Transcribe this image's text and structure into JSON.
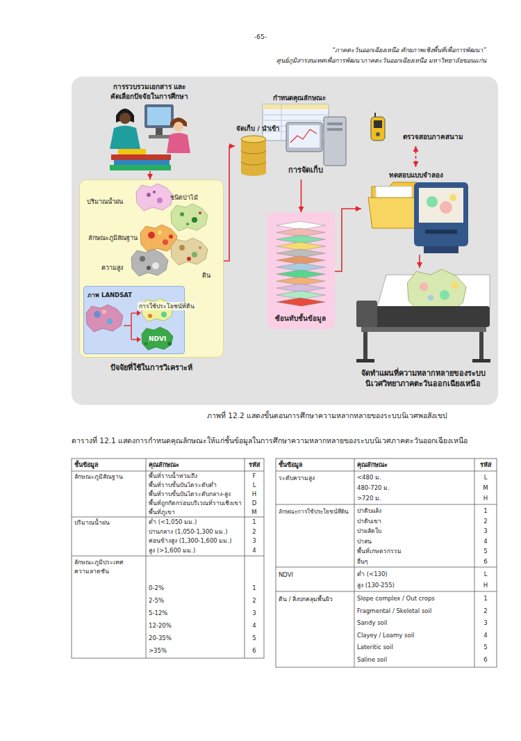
{
  "diagram": {
    "caption": "ภาพที่ 12.2 แสดงขั้นตอนการศึกษาความหลากหลายของระบบนิเวศพอสังเขป",
    "nodes": [
      {
        "text": [
          "การรวบรวมเอกสาร และ คัดเลือกปัจจัยในการศึกษา"
        ]
      },
      {
        "text": [
          "ปัจจัยที่ใช้ในการวิเคราะห์"
        ]
      },
      {
        "text": [
          "ปริมาณน้ำฝน"
        ],
        "in": 1
      },
      {
        "text": [
          "ชนิดป่าไม้"
        ],
        "in": 1
      },
      {
        "text": [
          "ลักษณะภูมิสัณฐาน"
        ],
        "in": 1
      },
      {
        "text": [
          "ความสูง"
        ],
        "in": 1
      },
      {
        "text": [
          "ดิน"
        ],
        "in": 1
      },
      {
        "text": [
          "ภาพ LANDSAT"
        ],
        "in": 1
      },
      {
        "text": [
          "การใช้ประโยชน์ที่ดิน"
        ],
        "in": 7
      },
      {
        "text": [
          "NDVI"
        ],
        "in": 7
      },
      {
        "text": [
          "กำหนดคุณลักษณะ",
          "จัดเก็บ / นำเข้า",
          "การจัดเก็บ"
        ]
      },
      {
        "text": [
          "ซ้อนทับชั้นข้อมูล"
        ]
      },
      {
        "text": [
          "ตรวจสอบภาคสนาม"
        ]
      },
      {
        "text": [
          "ทดสอบแบบจำลอง"
        ]
      },
      {
        "text": [
          "จัดทำแผนที่ความหลากหลายของระบบ นิเวศวิทยาภาคตะวันออกเฉียงเหนือ"
        ]
      }
    ],
    "edges": [
      {
        "from": 0,
        "to": 1,
        "arrow": "to"
      },
      {
        "from": 1,
        "to": 10,
        "arrow": "to"
      },
      {
        "from": 10,
        "to": 11,
        "arrow": "to"
      },
      {
        "from": 11,
        "to": 13,
        "arrow": "to"
      },
      {
        "from": 12,
        "to": 13,
        "arrow": "both"
      },
      {
        "from": 13,
        "to": 14,
        "arrow": "to"
      }
    ],
    "labels": [
      "-65-",
      "“ภาคตะวันออกเฉียงเหนือ ศักยภาพเชิงพื้นที่เพื่อการพัฒนา”",
      "ศูนย์ภูมิสารสนเทศเพื่อการพัฒนาภาคตะวันออกเฉียงเหนือ มหาวิทยาลัยขอนแก่น",
      "ตารางที่ 12.1 แสดงการกำหนดคุณลักษณะให้แก่ชั้นข้อมูลในการศึกษาความหลากหลายของระบบนิเวศภาคตะวันออกเฉียงเหนือ",
      "ชั้นข้อมูล",
      "คุณลักษณะ",
      "รหัส",
      "ลักษณะภูมิสัณฐาน",
      "พื้นที่ราบน้ำท่วมถึง",
      "F",
      "พื้นที่ราบขั้นบันไดระดับต่ำ",
      "L",
      "พื้นที่ราบขั้นบันไดระดับกลาง-สูง",
      "H",
      "พื้นที่ถูกกัดกร่อนบริเวณที่ราบเชิงเขา",
      "D",
      "พื้นที่ภูเขา",
      "M",
      "ปริมาณน้ำฝน",
      "ต่ำ (<1,050 มม.)",
      "1",
      "ปานกลาง (1,050-1,300 มม.)",
      "2",
      "ค่อนข้างสูง (1,300-1,600 มม.)",
      "3",
      "สูง (>1,600 มม.)",
      "4",
      "ลักษณะภูมิประเทศ ความลาดชัน",
      "0-2%",
      "1",
      "2-5%",
      "2",
      "5-12%",
      "3",
      "12-20%",
      "4",
      "20-35%",
      "5",
      ">35%",
      "6",
      "ชั้นข้อมูล",
      "คุณลักษณะ",
      "รหัส",
      "ระดับความสูง",
      "<480 ม.",
      "L",
      "480-720 ม.",
      "M",
      ">720 ม.",
      "H",
      "ลักษณะการใช้ประโยชน์ที่ดิน",
      "ป่าดิบแล้ง",
      "1",
      "ป่าดิบเขา",
      "2",
      "ป่าผลัดใบ",
      "3",
      "ป่าสน",
      "4",
      "พื้นที่เกษตรกรรม",
      "5",
      "อื่นๆ",
      "6",
      "NDVI",
      "ต่ำ (<130)",
      "L",
      "สูง (130-255)",
      "H",
      "ดิน / สิ่งปกคลุมพื้นผิว",
      "Slope complex / Out crops",
      "1",
      "Fragmental / Skeletal soil",
      "2",
      "Sandy soil",
      "3",
      "Clayey / Loamy soil",
      "4",
      "Lateritic soil",
      "5",
      "Saline soil",
      "6"
    ]
  }
}
